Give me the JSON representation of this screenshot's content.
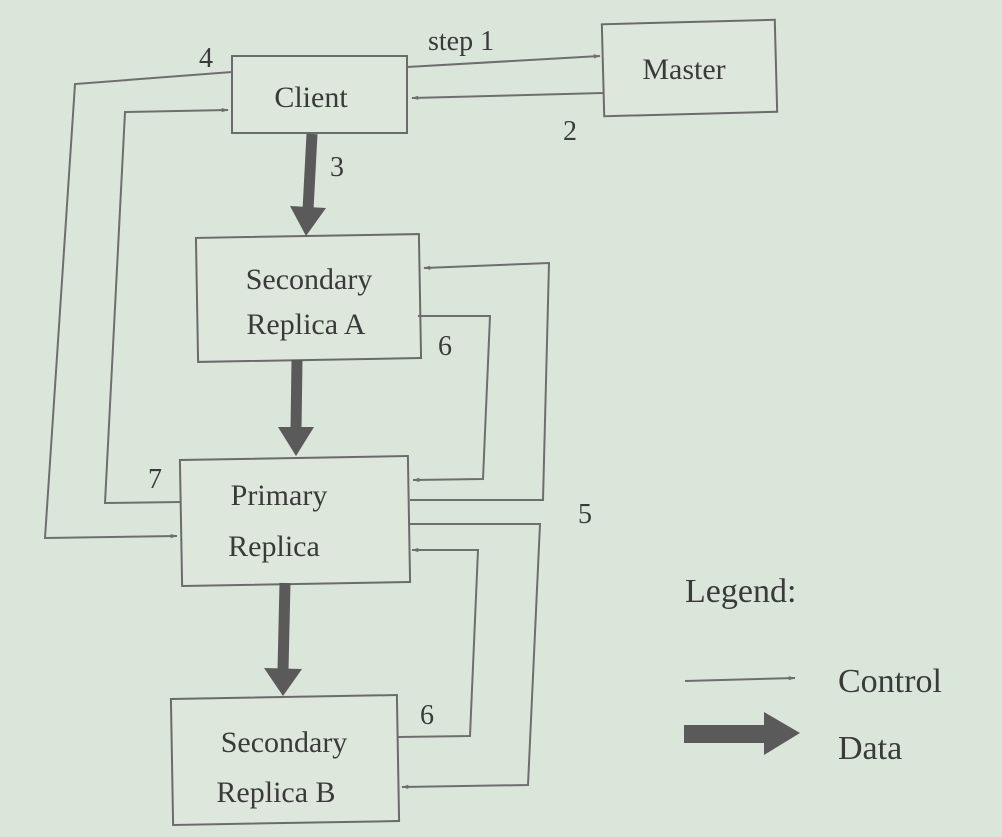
{
  "nodes": {
    "client": {
      "label": "Client"
    },
    "master": {
      "label": "Master"
    },
    "secondary_a": {
      "line1": "Secondary",
      "line2": "Replica A"
    },
    "primary": {
      "line1": "Primary",
      "line2": "Replica"
    },
    "secondary_b": {
      "line1": "Secondary",
      "line2": "Replica B"
    }
  },
  "flows": {
    "step1": "step 1",
    "step2": "2",
    "step3": "3",
    "step4": "4",
    "step5": "5",
    "step6a": "6",
    "step6b": "6",
    "step7": "7"
  },
  "legend": {
    "title": "Legend:",
    "control": "Control",
    "data": "Data"
  },
  "colors": {
    "background": "#dbe6da",
    "line": "#6e6e6e",
    "data_arrow": "#5a5a5a",
    "text": "#3a3a3a"
  }
}
